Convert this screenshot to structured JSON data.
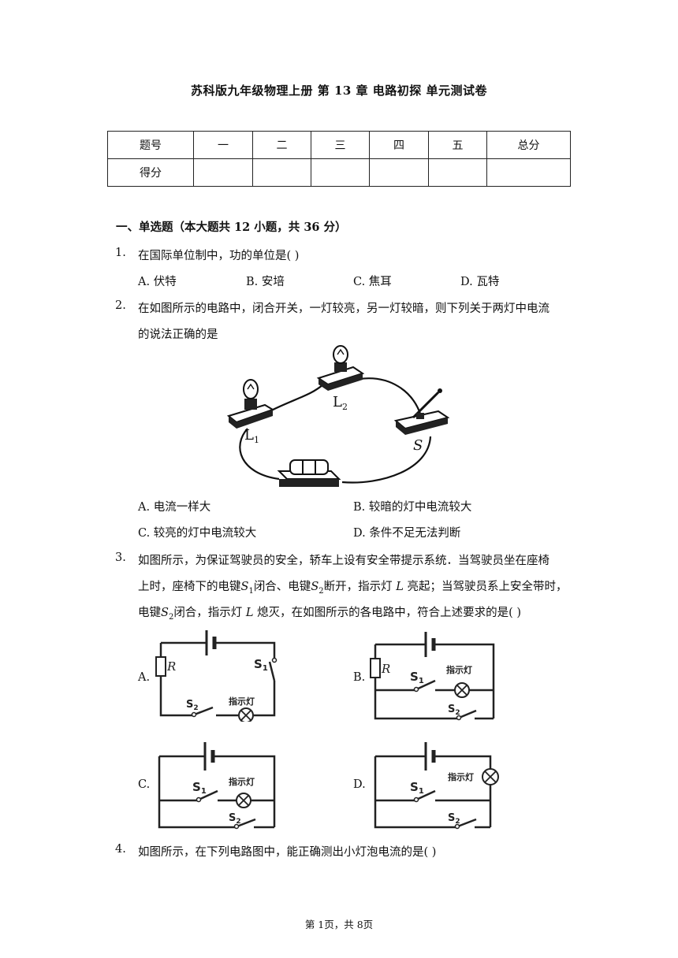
{
  "title": "苏科版九年级物理上册 第 13 章 电路初探 单元测试卷",
  "score_table": {
    "row1": [
      "题号",
      "一",
      "二",
      "三",
      "四",
      "五",
      "总分"
    ],
    "row2": [
      "得分",
      "",
      "",
      "",
      "",
      "",
      ""
    ]
  },
  "section1": "一、单选题（本大题共 12 小题，共 36 分）",
  "q1": {
    "num": "1.",
    "text": "在国际单位制中，功的单位是(    )",
    "options": [
      "A.  伏特",
      "B.  安培",
      "C.  焦耳",
      "D.  瓦特"
    ]
  },
  "q2": {
    "num": "2.",
    "line1": "在如图所示的电路中，闭合开关，一灯较亮，另一灯较暗，则下列关于两灯中电流",
    "line2": "的说法正确的是",
    "fig_labels": {
      "l1": "L",
      "l1_sub": "1",
      "l2": "L",
      "l2_sub": "2",
      "s": "S"
    },
    "options": [
      "A.  电流一样大",
      "B.  较暗的灯中电流较大",
      "C.  较亮的灯中电流较大",
      "D.  条件不足无法判断"
    ]
  },
  "q3": {
    "num": "3.",
    "line1": "如图所示，为保证驾驶员的安全，轿车上设有安全带提示系统．当驾驶员坐在座椅",
    "line2a": "上时，座椅下的电键",
    "line2b": "闭合、电键",
    "line2c": "断开，指示灯",
    "line2d": "亮起；当驾驶员系上安全带时，",
    "line3a": "电键",
    "line3b": "闭合，指示灯",
    "line3c": "熄灭，在如图所示的各电路中，符合上述要求的是(    )",
    "sym_s": "S",
    "sub1": "1",
    "sub2": "2",
    "sym_l": "L",
    "fig_labels": {
      "r": "R",
      "s": "S",
      "sub1": "1",
      "sub2": "2",
      "lamp": "指示灯"
    },
    "options": [
      "A.",
      "B.",
      "C.",
      "D."
    ]
  },
  "q4": {
    "num": "4.",
    "text": "如图所示，在下列电路图中，能正确测出小灯泡电流的是(    )"
  },
  "footer": "第 1页，共 8页"
}
